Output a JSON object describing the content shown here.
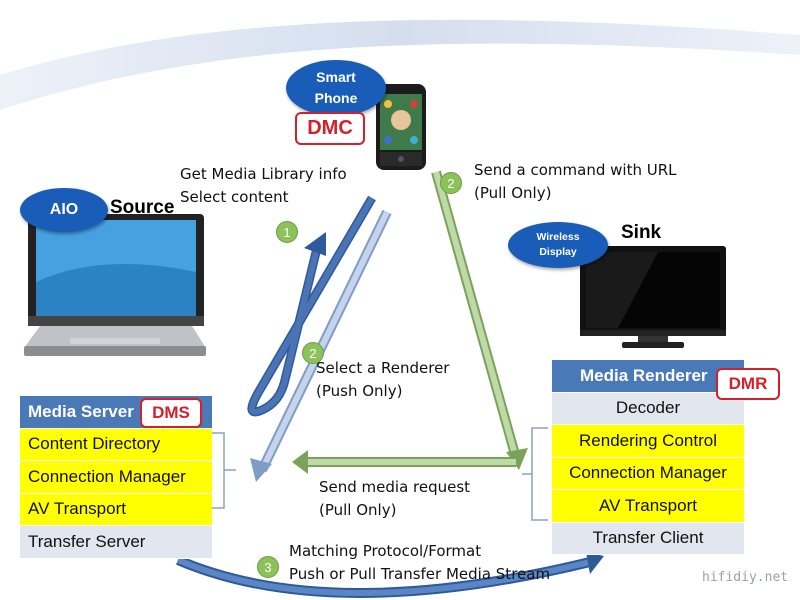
{
  "devices": {
    "aio": {
      "oval_label": "AIO",
      "role": "Source"
    },
    "phone": {
      "oval_line1": "Smart",
      "oval_line2": "Phone",
      "tag": "DMC"
    },
    "display": {
      "oval_line1": "Wireless",
      "oval_line2": "Display",
      "role": "Sink"
    }
  },
  "media_server": {
    "header": "Media Server",
    "tag": "DMS",
    "rows": [
      "Content Directory",
      "Connection Manager",
      "AV Transport",
      "Transfer Server"
    ]
  },
  "media_renderer": {
    "header": "Media Renderer",
    "tag": "DMR",
    "rows": [
      "Decoder",
      "Rendering Control",
      "Connection Manager",
      "AV Transport",
      "Transfer Client"
    ]
  },
  "steps": {
    "get_library": {
      "num": "1",
      "line1": "Get Media Library info",
      "line2": "Select content"
    },
    "send_command": {
      "num": "2",
      "line1": "Send a command with URL",
      "line2": "(Pull Only)"
    },
    "select_renderer": {
      "num": "2",
      "line1": "Select a Renderer",
      "line2": "(Push Only)"
    },
    "media_request": {
      "line1": "Send media request",
      "line2": "(Pull Only)"
    },
    "transfer": {
      "num": "3",
      "line1": "Matching Protocol/Format",
      "line2": "Push or Pull Transfer Media Stream"
    }
  },
  "watermark": "hifidiy.net",
  "colors": {
    "oval_blue": "#1a5db8",
    "header_blue": "#4a79b8",
    "highlight_yellow": "#ffff00",
    "tag_red": "#d4202a",
    "step_green": "#8dc25a",
    "arrow_blue": "#4a74b4",
    "arrow_green": "#a9c98a"
  }
}
